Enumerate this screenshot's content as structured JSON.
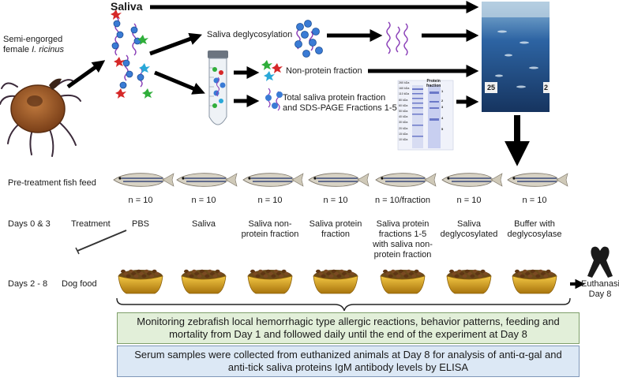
{
  "saliva_title": "Saliva",
  "tick_label_line1": "Semi-engorged",
  "tick_label_line2_prefix": "female ",
  "tick_label_line2_species": "I. ricinus",
  "branches": {
    "deglycosylation": "Saliva deglycosylation",
    "nonprotein": "Non-protein fraction",
    "protein_line1": "Total saliva protein fraction",
    "protein_line2": "and SDS-PAGE Fractions 1-5"
  },
  "gel": {
    "header_line1": "Protein",
    "header_line2": "fraction",
    "ladder": [
      "260 kDa",
      "160 kDa",
      "110 kDa",
      "80 kDa",
      "60 kDa",
      "50 kDa",
      "40 kDa",
      "30 kDa",
      "20 kDa",
      "15 kDa",
      "10 kDa"
    ],
    "fractions": [
      "1",
      "2",
      "3",
      "4",
      "5"
    ]
  },
  "tank_labels": [
    "25",
    "2"
  ],
  "rows": {
    "pretreatment_label": "Pre-treatment  fish feed",
    "days03_label": "Days 0 & 3",
    "treatment_label": "Treatment",
    "days28_label": "Days 2 - 8",
    "dogfood_label": "Dog food"
  },
  "groups": [
    {
      "n": "n = 10",
      "treatment": [
        "PBS"
      ]
    },
    {
      "n": "n = 10",
      "treatment": [
        "Saliva"
      ]
    },
    {
      "n": "n = 10",
      "treatment": [
        "Saliva non-",
        "protein fraction"
      ]
    },
    {
      "n": "n = 10",
      "treatment": [
        "Saliva protein",
        "fraction"
      ]
    },
    {
      "n": "n = 10/fraction",
      "treatment": [
        "Saliva protein",
        "fractions 1-5",
        "with saliva non-",
        "protein fraction"
      ]
    },
    {
      "n": "n = 10",
      "treatment": [
        "Saliva",
        "deglycosylated"
      ]
    },
    {
      "n": "n = 10",
      "treatment": [
        "Buffer with",
        "deglycosylase"
      ]
    }
  ],
  "euthanasia_line1": "Euthanasia",
  "euthanasia_line2": "Day 8",
  "monitor_line1": "Monitoring zebrafish local hemorrhagic type allergic reactions, behavior patterns, feeding and",
  "monitor_line2": "mortality from Day 1 and followed daily until the end of the experiment at Day 8",
  "serum_line1": "Serum samples were collected from euthanized animals at Day 8 for analysis of anti-α-gal and",
  "serum_line2": "anti-tick saliva proteins IgM antibody levels by ELISA",
  "colors": {
    "monitor_bg": "#e2efd9",
    "serum_bg": "#dce8f5",
    "tick_body": "#9a5a2c",
    "molecule_blue": "#3a7bd5",
    "glycan_purple": "#8a3fb8",
    "tank_blue": "#1d4f8a",
    "bowl_gold": "#d9a520",
    "kibble": "#7a4a22"
  }
}
